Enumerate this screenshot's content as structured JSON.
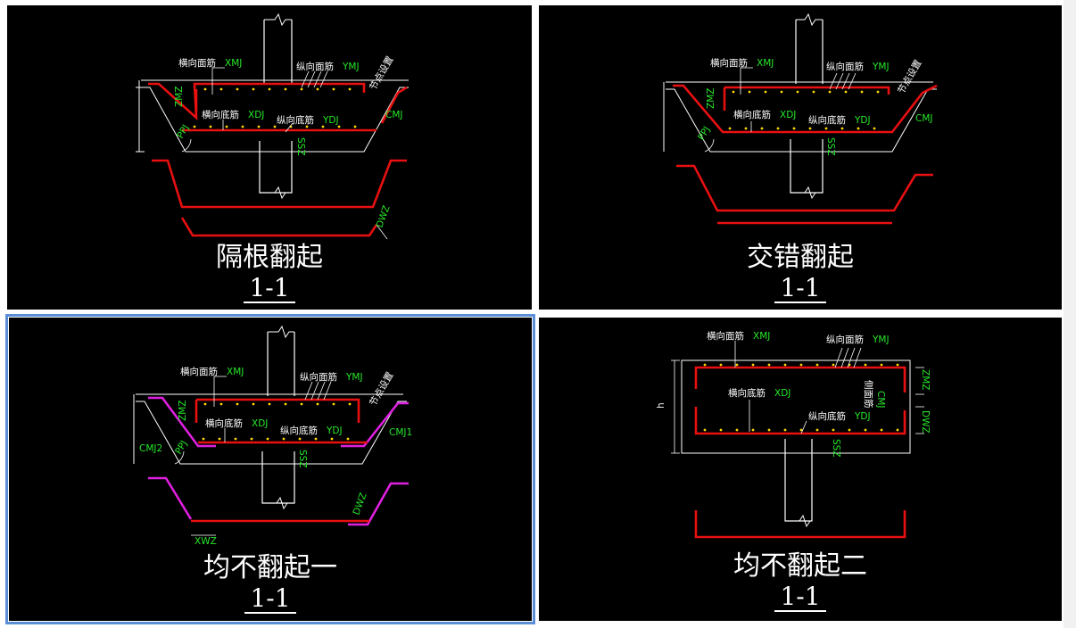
{
  "panels": [
    {
      "caption": "隔根翻起",
      "section": "1-1",
      "selected": false,
      "labels": {
        "top_transverse": "横向面筋",
        "top_transverse_code": "XMJ",
        "top_longitudinal": "纵向面筋",
        "top_longitudinal_code": "YMJ",
        "bot_transverse": "横向底筋",
        "bot_transverse_code": "XDJ",
        "bot_longitudinal": "纵向底筋",
        "bot_longitudinal_code": "YDJ",
        "slope_note": "节点设置",
        "cmj": "CMJ",
        "pp": "PPJ",
        "zmz": "ZMZ",
        "ssz": "SSZ",
        "dwz": "DWZ"
      }
    },
    {
      "caption": "交错翻起",
      "section": "1-1",
      "selected": false,
      "labels": {
        "top_transverse": "横向面筋",
        "top_transverse_code": "XMJ",
        "top_longitudinal": "纵向面筋",
        "top_longitudinal_code": "YMJ",
        "bot_transverse": "横向底筋",
        "bot_transverse_code": "XDJ",
        "bot_longitudinal": "纵向底筋",
        "bot_longitudinal_code": "YDJ",
        "slope_note": "节点设置",
        "cmj": "CMJ",
        "pp": "PPJ",
        "zmz": "ZMZ",
        "ssz": "SSZ"
      }
    },
    {
      "caption": "均不翻起一",
      "section": "1-1",
      "selected": true,
      "labels": {
        "top_transverse": "横向面筋",
        "top_transverse_code": "XMJ",
        "top_longitudinal": "纵向面筋",
        "top_longitudinal_code": "YMJ",
        "bot_transverse": "横向底筋",
        "bot_transverse_code": "XDJ",
        "bot_longitudinal": "纵向底筋",
        "bot_longitudinal_code": "YDJ",
        "slope_note": "节点设置",
        "cmj1": "CMJ1",
        "cmj2": "CMJ2",
        "pp": "PPJ",
        "zmz": "ZMZ",
        "ssz": "SSZ",
        "dwz": "DWZ",
        "xwz": "XWZ"
      }
    },
    {
      "caption": "均不翻起二",
      "section": "1-1",
      "selected": false,
      "labels": {
        "top_transverse": "横向面筋",
        "top_transverse_code": "XMJ",
        "top_longitudinal": "纵向面筋",
        "top_longitudinal_code": "YMJ",
        "bot_transverse": "横向底筋",
        "bot_transverse_code": "XDJ",
        "bot_longitudinal": "纵向底筋",
        "bot_longitudinal_code": "YDJ",
        "side_bar": "侧面筋",
        "cmj": "CMJ",
        "h": "h",
        "zmz": "ZMZ",
        "ssz": "SSZ",
        "dwz": "DWZ"
      }
    }
  ],
  "colors": {
    "background": "#000000",
    "rebar_red": "#e81010",
    "rebar_magenta": "#e020e0",
    "dots": "#ffd800",
    "label_white": "#ffffff",
    "label_green": "#27e62a",
    "selection_border": "#5b8ed6"
  }
}
